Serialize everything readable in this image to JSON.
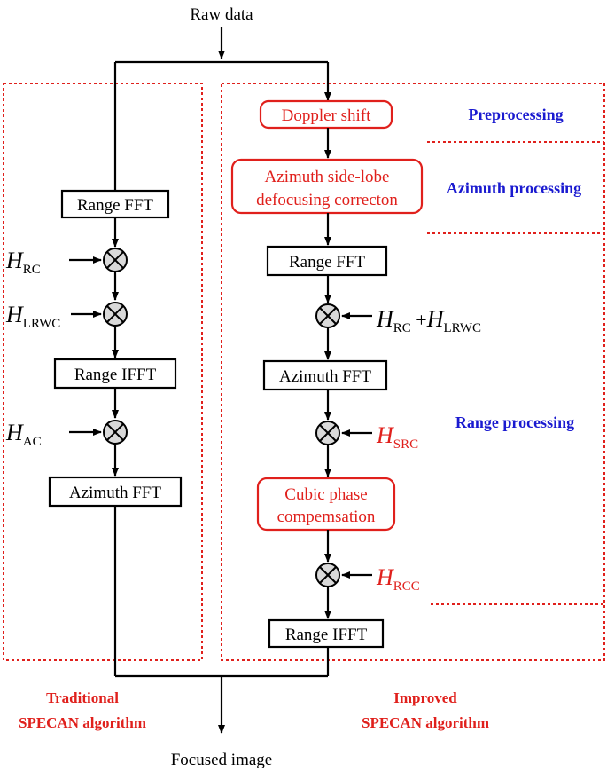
{
  "input_label": "Raw data",
  "output_label": "Focused image",
  "traditional": {
    "caption_line1": "Traditional",
    "caption_line2": "SPECAN algorithm",
    "steps": {
      "range_fft": "Range FFT",
      "range_ifft": "Range IFFT",
      "azimuth_fft": "Azimuth FFT"
    },
    "factors": {
      "h_rc": {
        "main": "H",
        "sub": "RC"
      },
      "h_lrwc": {
        "main": "H",
        "sub": "LRWC"
      },
      "h_ac": {
        "main": "H",
        "sub": "AC"
      }
    }
  },
  "improved": {
    "caption_line1": "Improved",
    "caption_line2": "SPECAN algorithm",
    "steps": {
      "doppler_shift": "Doppler shift",
      "azimuth_sidelobe_line1": "Azimuth side-lobe",
      "azimuth_sidelobe_line2": "defocusing correcton",
      "range_fft": "Range FFT",
      "azimuth_fft": "Azimuth FFT",
      "cubic_phase_line1": "Cubic phase",
      "cubic_phase_line2": "compemsation",
      "range_ifft": "Range IFFT"
    },
    "factors": {
      "h_rc_lrwc": {
        "main1": "H",
        "sub1": "RC",
        "plus": " +",
        "main2": "H",
        "sub2": "LRWC"
      },
      "h_src": {
        "main": "H",
        "sub": "SRC"
      },
      "h_rcc": {
        "main": "H",
        "sub": "RCC"
      }
    },
    "stages": {
      "preprocessing": "Preprocessing",
      "azimuth_processing": "Azimuth processing",
      "range_processing": "Range processing"
    }
  },
  "colors": {
    "highlight_red": "#e0201c",
    "stage_blue": "#1a1ad0",
    "multiplier_fill": "#d9d9d9"
  }
}
